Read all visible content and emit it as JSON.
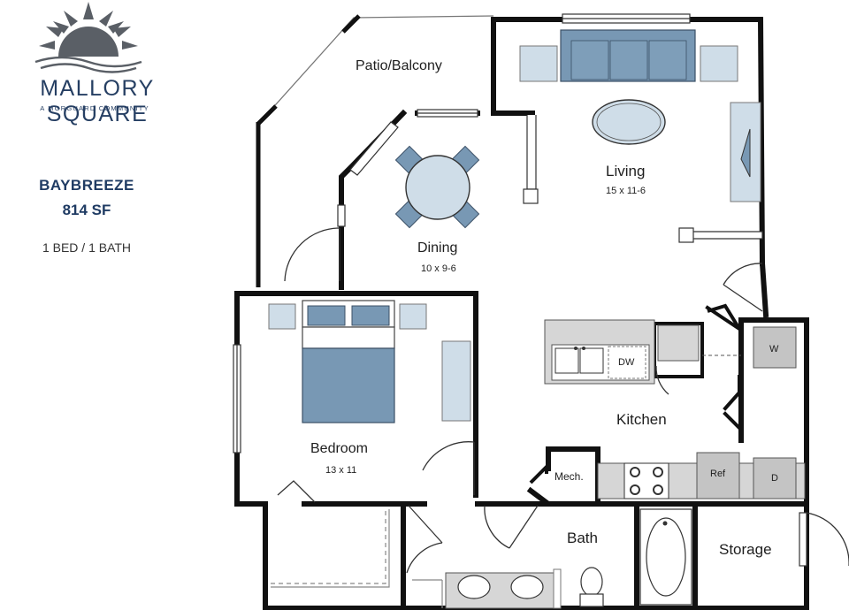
{
  "brand": {
    "name": "MALLORY SQUARE",
    "tagline": "A MORGUARD COMMUNITY"
  },
  "plan": {
    "name": "BAYBREEZE",
    "size": "814 SF",
    "beds_baths": "1 BED / 1 BATH"
  },
  "rooms": {
    "patio": "Patio/Balcony",
    "living": "Living",
    "living_dim": "15 x 11-6",
    "dining": "Dining",
    "dining_dim": "10 x 9-6",
    "bedroom": "Bedroom",
    "bedroom_dim": "13 x 11",
    "kitchen": "Kitchen",
    "bath": "Bath",
    "storage": "Storage",
    "mech": "Mech."
  },
  "fixtures": {
    "dishwasher": "DW",
    "refrigerator": "Ref",
    "washer": "W",
    "dryer": "D"
  },
  "colors": {
    "brand_navy": "#263f63",
    "furniture_blue": "#7898b4",
    "furniture_light": "#cfdde8",
    "wall": "#111111"
  }
}
